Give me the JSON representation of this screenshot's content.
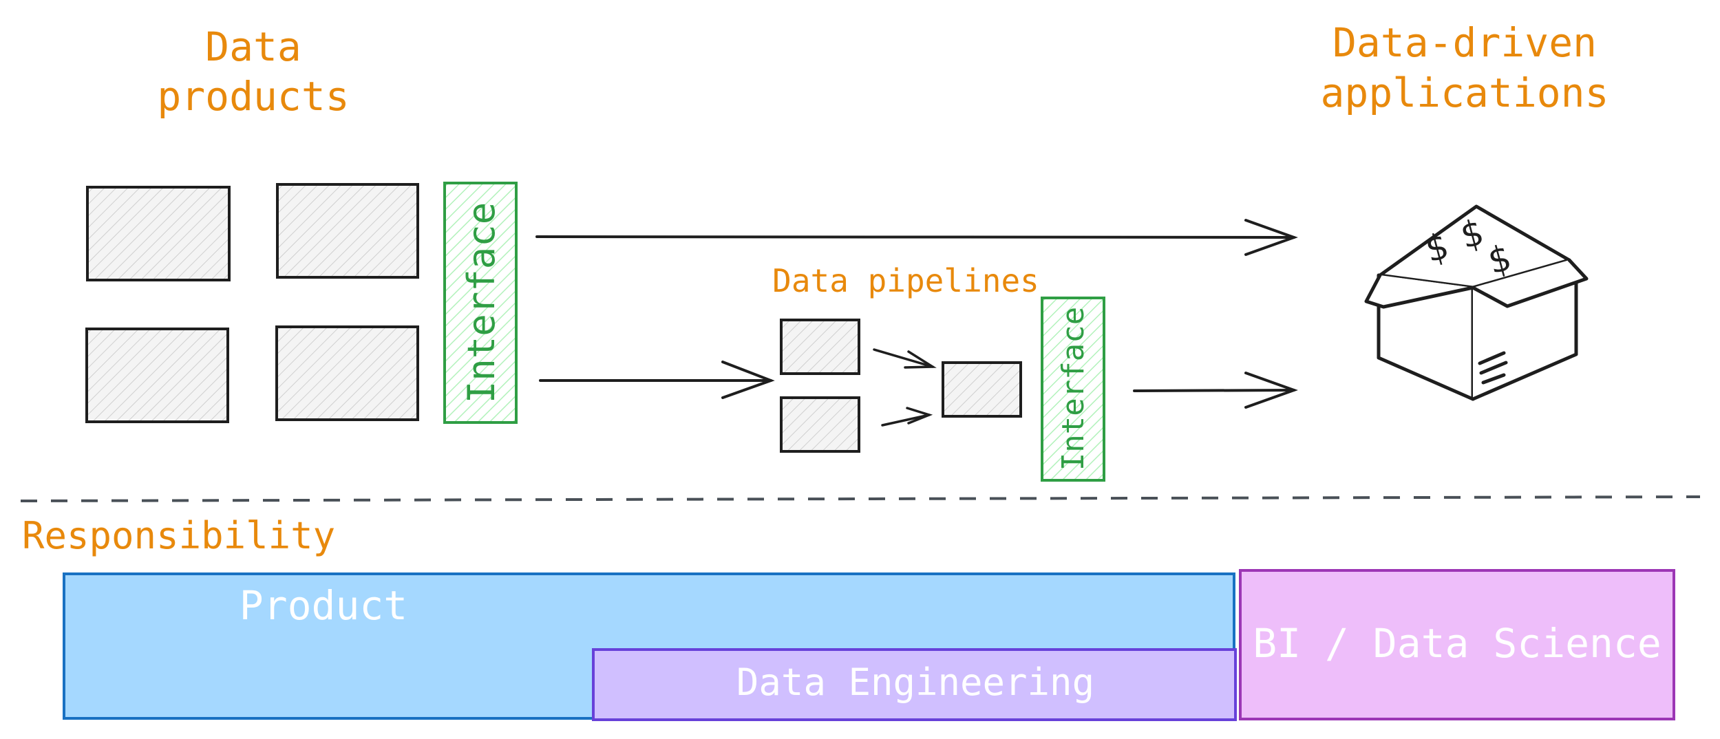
{
  "labels": {
    "data_products_line1": "Data",
    "data_products_line2": "products",
    "data_driven_line1": "Data-driven",
    "data_driven_line2": "applications",
    "data_pipelines": "Data pipelines",
    "responsibility": "Responsibility"
  },
  "interfaces": {
    "interface_1": "Interface",
    "interface_2": "Interface"
  },
  "responsibility_bars": {
    "product": "Product",
    "data_engineering": "Data Engineering",
    "bi_data_science": "BI / Data Science"
  },
  "box_symbols": {
    "dollar_1": "$",
    "dollar_2": "$",
    "dollar_3": "$"
  },
  "colors": {
    "orange": "#e8890c",
    "green": "#2f9e44",
    "product_fill": "#a5d8ff",
    "product_stroke": "#1971c2",
    "data_eng_fill": "#d0bfff",
    "data_eng_stroke": "#6741d9",
    "bi_fill": "#eebefa",
    "bi_stroke": "#9c36b5",
    "stroke": "#1e1e1e"
  }
}
